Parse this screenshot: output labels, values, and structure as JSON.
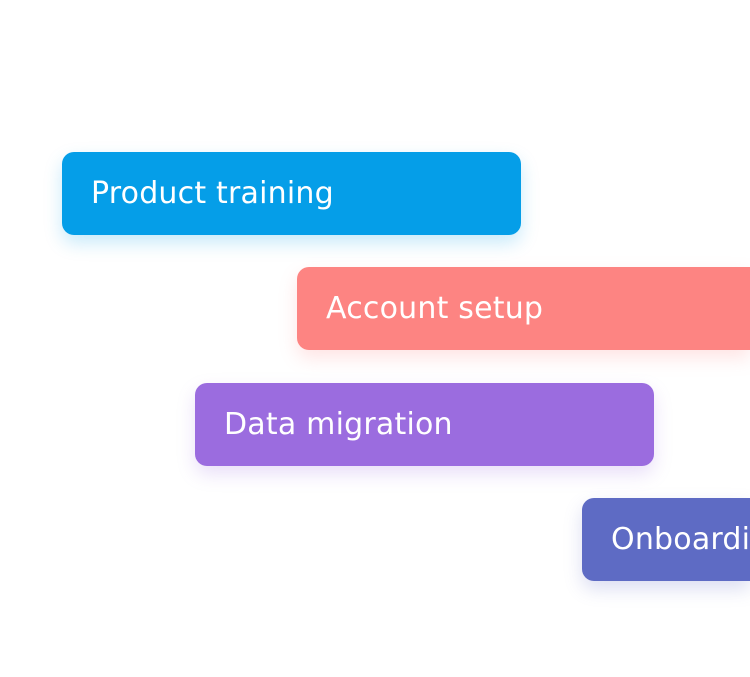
{
  "timeline": {
    "tasks": [
      {
        "label": "Product training",
        "color": "#059ee8"
      },
      {
        "label": "Account setup",
        "color": "#fd8482"
      },
      {
        "label": "Data migration",
        "color": "#9b6cdf"
      },
      {
        "label": "Onboarding",
        "color": "#5e6bc4"
      }
    ]
  }
}
